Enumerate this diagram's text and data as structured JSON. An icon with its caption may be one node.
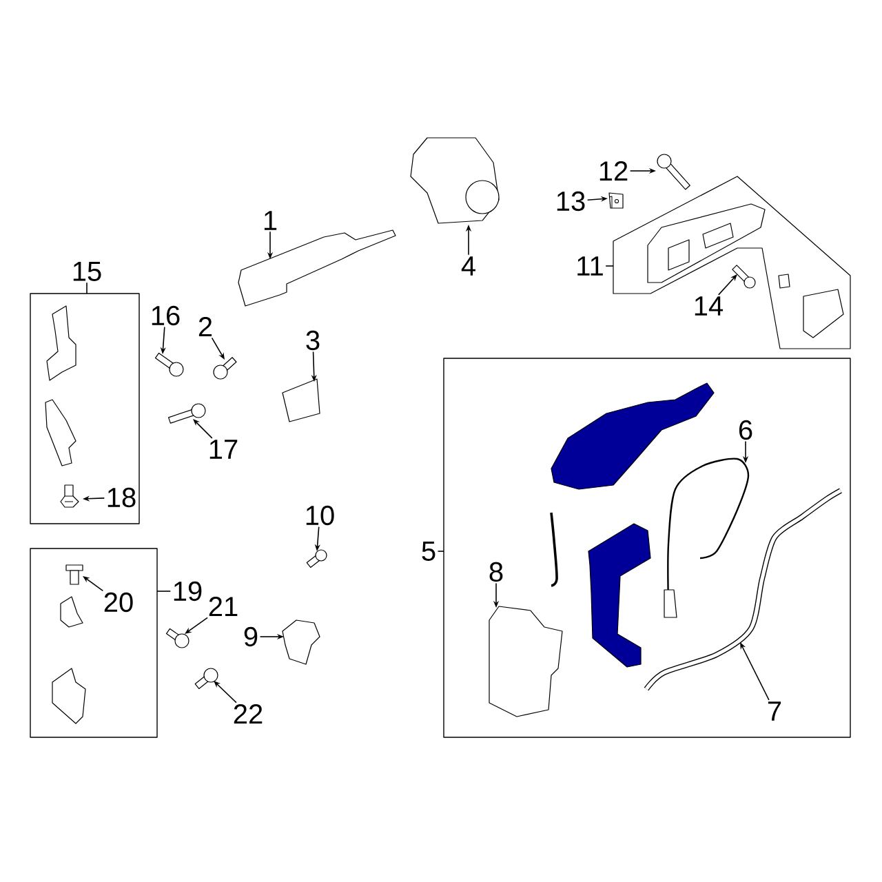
{
  "diagram": {
    "nodes": [
      {
        "text": [
          "12"
        ]
      },
      {
        "text": [],
        "shape": "picture"
      },
      {
        "text": [
          "1"
        ]
      },
      {
        "text": [],
        "shape": "picture"
      },
      {
        "text": [
          "13"
        ]
      },
      {
        "text": [],
        "shape": "picture"
      },
      {
        "text": [
          "11"
        ]
      },
      {
        "text": [],
        "shape": "box"
      },
      {
        "text": [
          "4"
        ]
      },
      {
        "text": [],
        "shape": "picture"
      },
      {
        "text": [
          "14"
        ]
      },
      {
        "text": [],
        "shape": "picture"
      },
      {
        "text": [
          "15"
        ]
      },
      {
        "text": [],
        "shape": "box"
      },
      {
        "text": [
          "16"
        ]
      },
      {
        "text": [],
        "shape": "picture"
      },
      {
        "text": [
          "2"
        ]
      },
      {
        "text": [],
        "shape": "picture"
      },
      {
        "text": [
          "3"
        ]
      },
      {
        "text": [],
        "shape": "picture"
      },
      {
        "text": [
          "5"
        ]
      },
      {
        "text": [],
        "shape": "box"
      },
      {
        "text": [
          "6"
        ],
        "in": 21
      },
      {
        "text": [],
        "shape": "picture",
        "in": 21
      },
      {
        "text": [],
        "shape": "picture"
      },
      {
        "text": [
          "17"
        ]
      },
      {
        "text": [
          "18"
        ],
        "in": 13
      },
      {
        "text": [],
        "shape": "picture",
        "in": 13
      },
      {
        "text": [
          "10"
        ]
      },
      {
        "text": [],
        "shape": "picture"
      },
      {
        "text": [
          "8"
        ],
        "in": 21
      },
      {
        "text": [],
        "shape": "picture",
        "in": 21
      },
      {
        "text": [
          "19"
        ]
      },
      {
        "text": [],
        "shape": "box"
      },
      {
        "text": [],
        "shape": "picture",
        "in": 33
      },
      {
        "text": [
          "20"
        ],
        "in": 33
      },
      {
        "text": [
          "21"
        ]
      },
      {
        "text": [],
        "shape": "picture"
      },
      {
        "text": [
          "9"
        ]
      },
      {
        "text": [],
        "shape": "picture"
      },
      {
        "text": [
          "7"
        ],
        "in": 21
      },
      {
        "text": [],
        "shape": "picture",
        "in": 21
      },
      {
        "text": [
          "22"
        ]
      },
      {
        "text": [],
        "shape": "picture"
      }
    ],
    "edges": [
      {
        "from": 0,
        "to": 1,
        "arrow": "to"
      },
      {
        "from": 2,
        "to": 3,
        "arrow": "to"
      },
      {
        "from": 4,
        "to": 5,
        "arrow": "to"
      },
      {
        "from": 6,
        "to": 7,
        "arrow": "none"
      },
      {
        "from": 8,
        "to": 9,
        "arrow": "to"
      },
      {
        "from": 10,
        "to": 11,
        "arrow": "to"
      },
      {
        "from": 12,
        "to": 13,
        "arrow": "none"
      },
      {
        "from": 14,
        "to": 15,
        "arrow": "to"
      },
      {
        "from": 16,
        "to": 17,
        "arrow": "to"
      },
      {
        "from": 18,
        "to": 19,
        "arrow": "to"
      },
      {
        "from": 20,
        "to": 21,
        "arrow": "none"
      },
      {
        "from": 22,
        "to": 23,
        "arrow": "to"
      },
      {
        "from": 25,
        "to": 24,
        "arrow": "to"
      },
      {
        "from": 26,
        "to": 27,
        "arrow": "to"
      },
      {
        "from": 28,
        "to": 29,
        "arrow": "to"
      },
      {
        "from": 30,
        "to": 31,
        "arrow": "to"
      },
      {
        "from": 32,
        "to": 33,
        "arrow": "none"
      },
      {
        "from": 35,
        "to": 34,
        "arrow": "to"
      },
      {
        "from": 36,
        "to": 37,
        "arrow": "to"
      },
      {
        "from": 38,
        "to": 39,
        "arrow": "to"
      },
      {
        "from": 40,
        "to": 41,
        "arrow": "to"
      },
      {
        "from": 42,
        "to": 43,
        "arrow": "to"
      }
    ]
  }
}
